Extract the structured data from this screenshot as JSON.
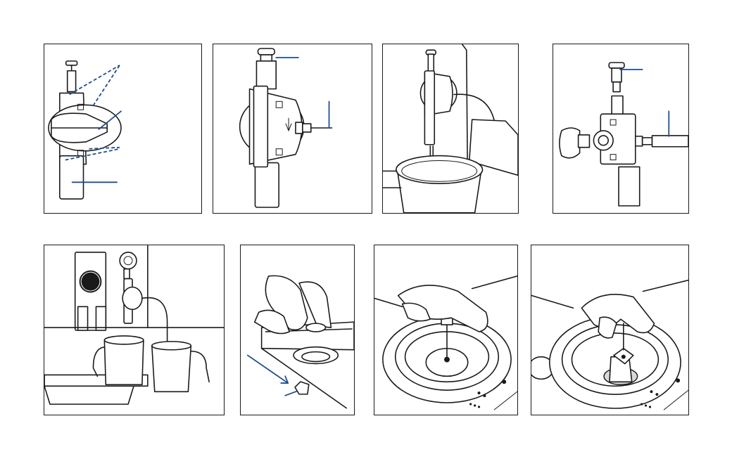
{
  "figure": {
    "panels": [
      {
        "id": 1,
        "subject": "dispenser-parts"
      },
      {
        "id": 2,
        "subject": "dispenser-assembled"
      },
      {
        "id": 3,
        "subject": "dispensing-into-cup"
      },
      {
        "id": 4,
        "subject": "dispenser-exploded"
      },
      {
        "id": 5,
        "subject": "machine-with-milk-jug"
      },
      {
        "id": 6,
        "subject": "removing-cap"
      },
      {
        "id": 7,
        "subject": "unscrewing-filter"
      },
      {
        "id": 8,
        "subject": "removing-filter"
      }
    ],
    "colors": {
      "line": "#1a1a1a",
      "callout": "#1f4e8c",
      "background": "#ffffff"
    }
  }
}
